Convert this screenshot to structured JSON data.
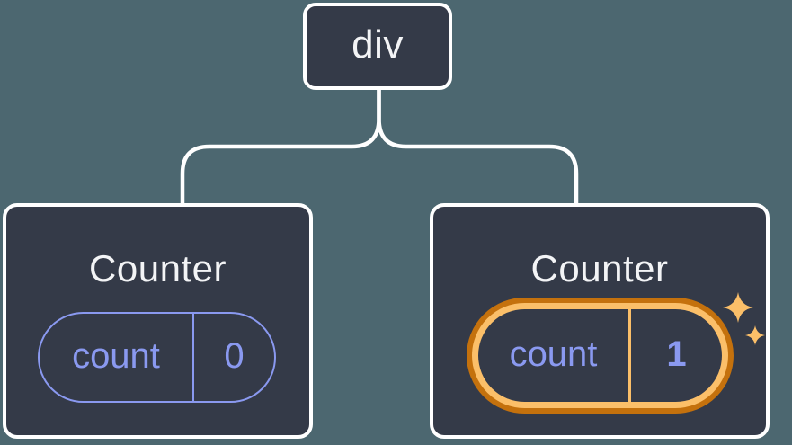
{
  "diagram": {
    "root": {
      "label": "div"
    },
    "children": [
      {
        "title": "Counter",
        "state": {
          "key": "count",
          "value": "0"
        },
        "highlighted": false
      },
      {
        "title": "Counter",
        "state": {
          "key": "count",
          "value": "1"
        },
        "highlighted": true
      }
    ],
    "icons": [
      {
        "name": "sparkles-icon",
        "glyph": "✦"
      }
    ]
  },
  "colors": {
    "background": "#4c6770",
    "node_background": "#343a48",
    "node_border": "#ffffff",
    "node_text": "#f3f4f6",
    "state_accent": "#8a99f0",
    "highlight_dark": "#c4710d",
    "highlight_light": "#fbbf69",
    "connector": "#ffffff"
  }
}
